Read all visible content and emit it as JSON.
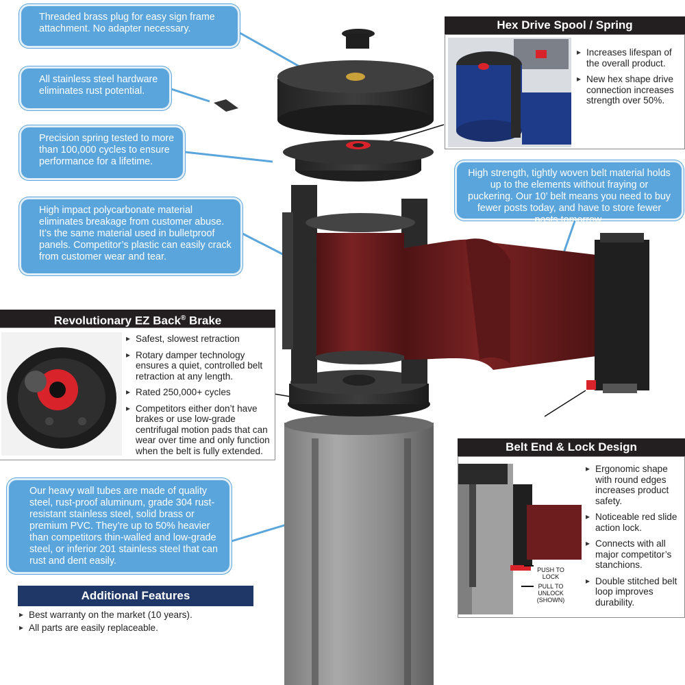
{
  "callouts": {
    "brass_plug": "Threaded brass plug for easy sign frame attachment. No adapter necessary.",
    "hardware": "All stainless steel hardware eliminates rust potential.",
    "spring": "Precision spring tested to more than 100,000 cycles to ensure performance for a lifetime.",
    "polycarbonate": "High impact polycarbonate material eliminates breakage from customer abuse. It’s the same material used in bulletproof panels. Competitor’s plastic can easily crack from customer wear and tear.",
    "belt_material": "High strength, tightly woven belt material holds up to the elements without fraying or puckering. Our 10’ belt means you need to buy fewer posts today, and have to store fewer posts tomorrow.",
    "tubes": "Our heavy wall tubes are made of quality steel, rust-proof aluminum, grade 304 rust-resistant stainless steel, solid brass or premium PVC. They’re up to 50% heavier than competitors thin-walled and low-grade steel, or inferior 201 stainless steel that can rust and dent easily."
  },
  "hex_panel": {
    "title": "Hex Drive Spool / Spring",
    "bullets": [
      "Increases lifespan of the overall product.",
      "New hex shape drive connection increases strength over 50%."
    ]
  },
  "brake_panel": {
    "title_main": "Revolutionary EZ Back",
    "title_reg": "®",
    "title_end": " Brake",
    "bullets": [
      "Safest, slowest retraction",
      "Rotary damper technology ensures a quiet, controlled belt retraction at any length.",
      "Rated 250,000+ cycles",
      "Competitors either don’t have brakes or use low-grade centrifugal motion pads that can wear over time and only function when the belt is fully extended."
    ]
  },
  "belt_end_panel": {
    "title": "Belt End & Lock Design",
    "bullets": [
      "Ergonomic shape with round edges increases product safety.",
      "Noticeable red slide action lock.",
      "Connects with all major competitor’s stanchions.",
      "Double stitched belt loop improves durability."
    ],
    "push_label_1": "PUSH TO",
    "push_label_2": "LOCK",
    "pull_label_1": "PULL TO",
    "pull_label_2": "UNLOCK",
    "pull_label_3": "(SHOWN)"
  },
  "additional": {
    "title": "Additional Features",
    "bullets": [
      "Best warranty on the market (10 years).",
      "All parts are easily replaceable."
    ]
  },
  "colors": {
    "callout_blue": "#5aa5dc",
    "header_black": "#231f20",
    "header_navy": "#1f3766",
    "belt_red": "#6e1d1e",
    "lock_red": "#d8232a"
  }
}
